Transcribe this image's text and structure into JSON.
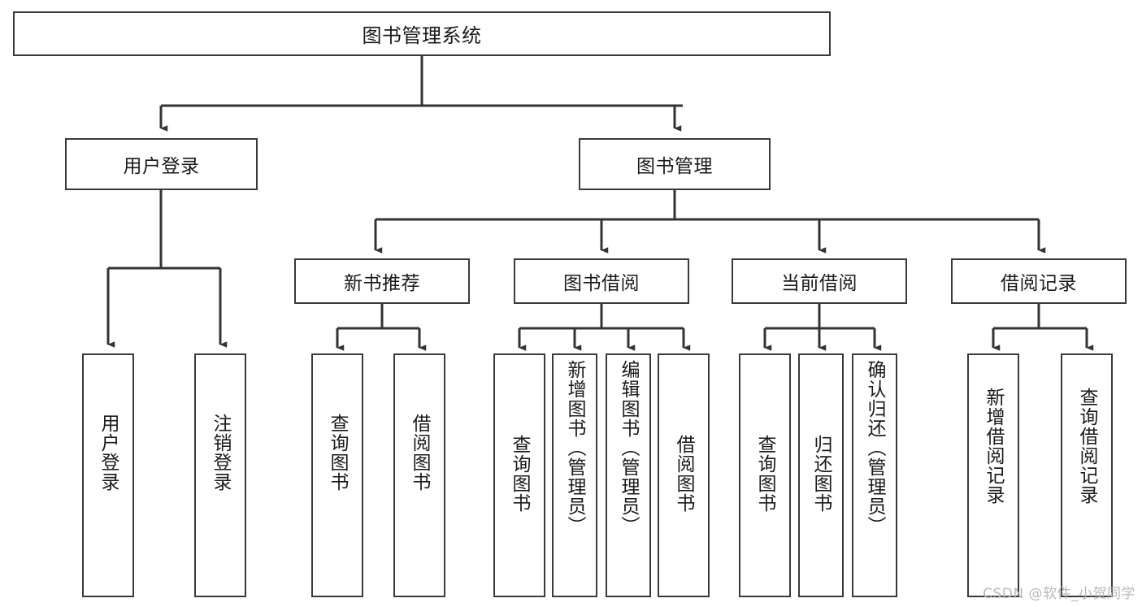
{
  "diagram": {
    "type": "tree-hierarchy",
    "title": "图书管理系统",
    "root": {
      "id": "root",
      "label": "图书管理系统",
      "level": 1
    },
    "level2": [
      {
        "id": "user-login",
        "label": "用户登录"
      },
      {
        "id": "book-management",
        "label": "图书管理"
      }
    ],
    "level3": [
      {
        "id": "new-book-recommend",
        "label": "新书推荐",
        "parent": "book-management"
      },
      {
        "id": "book-borrow",
        "label": "图书借阅",
        "parent": "book-management"
      },
      {
        "id": "current-borrow",
        "label": "当前借阅",
        "parent": "book-management"
      },
      {
        "id": "borrow-record",
        "label": "借阅记录",
        "parent": "book-management"
      }
    ],
    "leaves": {
      "user-login": [
        {
          "id": "leaf-user-login",
          "label": "用户登录"
        },
        {
          "id": "leaf-user-logout",
          "label": "注销登录"
        }
      ],
      "new-book-recommend": [
        {
          "id": "leaf-query-book-1",
          "label": "查询图书"
        },
        {
          "id": "leaf-borrow-book-1",
          "label": "借阅图书"
        }
      ],
      "book-borrow": [
        {
          "id": "leaf-query-book-2",
          "label": "查询图书"
        },
        {
          "id": "leaf-add-book",
          "label": "新增图书（管理员）"
        },
        {
          "id": "leaf-edit-book",
          "label": "编辑图书（管理员）"
        },
        {
          "id": "leaf-borrow-book-2",
          "label": "借阅图书"
        }
      ],
      "current-borrow": [
        {
          "id": "leaf-query-book-3",
          "label": "查询图书"
        },
        {
          "id": "leaf-return-book",
          "label": "归还图书"
        },
        {
          "id": "leaf-confirm-return",
          "label": "确认归还（管理员）"
        }
      ],
      "borrow-record": [
        {
          "id": "leaf-add-record",
          "label": "新增借阅记录"
        },
        {
          "id": "leaf-query-record",
          "label": "查询借阅记录"
        }
      ]
    }
  },
  "watermark": {
    "text": "CSDN @软件_小贺同学"
  },
  "colors": {
    "box_border": "#3a3a3a",
    "box_fill": "#ffffff",
    "connector": "#333333",
    "text": "#1a1a1a",
    "watermark": "#b9b9b9",
    "background": "#ffffff"
  }
}
